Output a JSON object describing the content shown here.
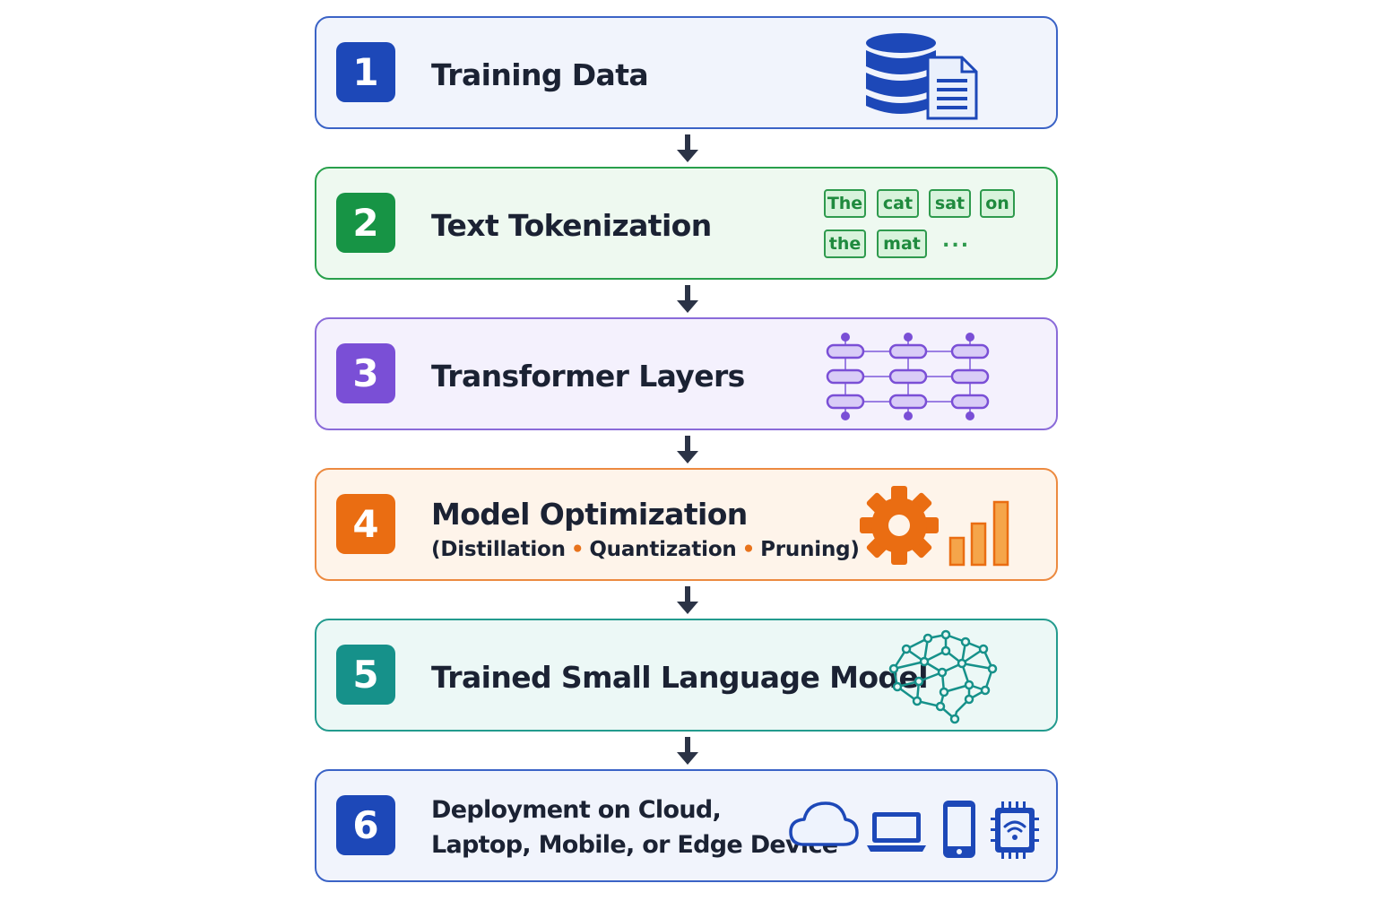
{
  "steps": [
    {
      "number": "1",
      "title": "Training Data",
      "icon": "database-document-icon"
    },
    {
      "number": "2",
      "title": "Text Tokenization",
      "icon": "tokens-icon",
      "tokens": [
        "The",
        "cat",
        "sat",
        "on",
        "the",
        "mat"
      ],
      "ellipsis": "..."
    },
    {
      "number": "3",
      "title": "Transformer Layers",
      "icon": "layers-network-icon"
    },
    {
      "number": "4",
      "title": "Model Optimization",
      "icon": "gear-bar-chart-icon",
      "sub_items": [
        "Distillation",
        "Quantization",
        "Pruning"
      ],
      "sub_open": "(",
      "sub_close": ")",
      "separator": "•"
    },
    {
      "number": "5",
      "title": "Trained Small Language Model",
      "icon": "brain-network-icon"
    },
    {
      "number": "6",
      "title_line1": "Deployment on Cloud,",
      "title_line2": "Laptop, Mobile, or Edge Device",
      "icons": [
        "cloud-icon",
        "laptop-icon",
        "mobile-icon",
        "edge-chip-icon"
      ]
    }
  ],
  "colors": {
    "blue": "#1d48b8",
    "green": "#179445",
    "purple": "#7a4fd6",
    "orange": "#ea6d12",
    "teal": "#16918a",
    "arrow": "#2b3346"
  }
}
